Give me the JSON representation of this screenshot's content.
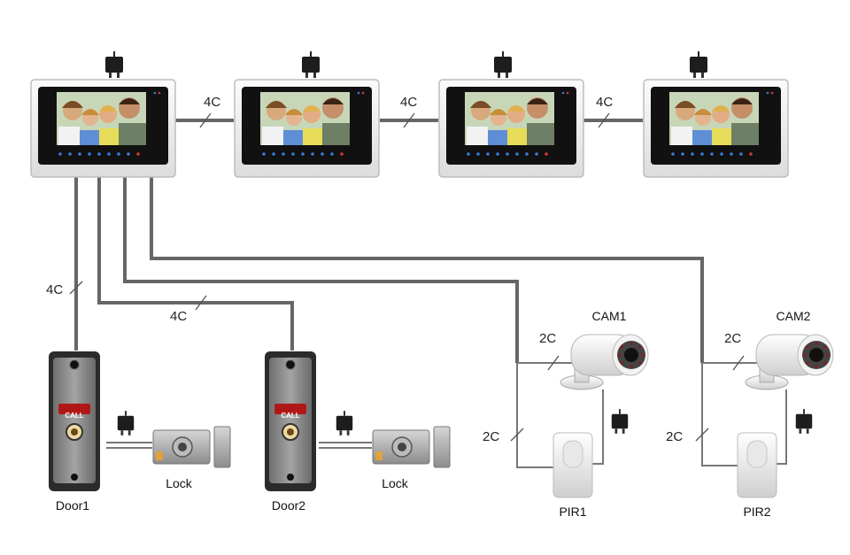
{
  "wire_labels": {
    "monitor_link_1": "4C",
    "monitor_link_2": "4C",
    "monitor_link_3": "4C",
    "door1_link": "4C",
    "door2_link": "4C",
    "cam1_link": "2C",
    "cam2_link": "2C",
    "pir1_link": "2C",
    "pir2_link": "2C"
  },
  "devices": {
    "cam1": "CAM1",
    "cam2": "CAM2",
    "door1": "Door1",
    "door2": "Door2",
    "lock1": "Lock",
    "lock2": "Lock",
    "pir1": "PIR1",
    "pir2": "PIR2"
  },
  "doorbell_button": "CALL",
  "colors": {
    "wire": "#666666",
    "monitor_frame": "#f2f2f2",
    "screen_bezel": "#111111",
    "panel": "#8a8a8a",
    "call_button": "#b01818"
  },
  "icons": [
    "power-adapter-icon",
    "family-photo",
    "camera-lens-icon"
  ]
}
